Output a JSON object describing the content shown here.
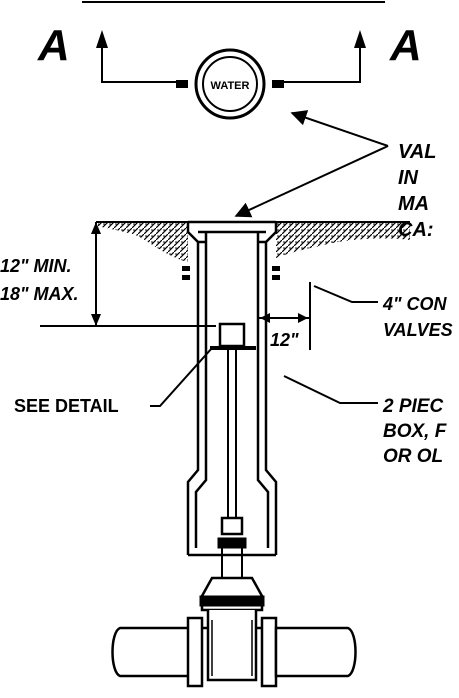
{
  "section_marks": {
    "left": "A",
    "right": "A"
  },
  "meter_label": "WATER",
  "dimensions": {
    "min": "12\" MIN.",
    "max": "18\" MAX.",
    "offset": "12\""
  },
  "callouts": {
    "valve_note": [
      "VAL",
      "IN",
      "MA",
      "CA:"
    ],
    "connection_note": [
      "4\" CON",
      "VALVES"
    ],
    "see_detail": "SEE DETAIL",
    "box_note": [
      "2 PIEC",
      "BOX, F",
      "OR OL"
    ]
  }
}
